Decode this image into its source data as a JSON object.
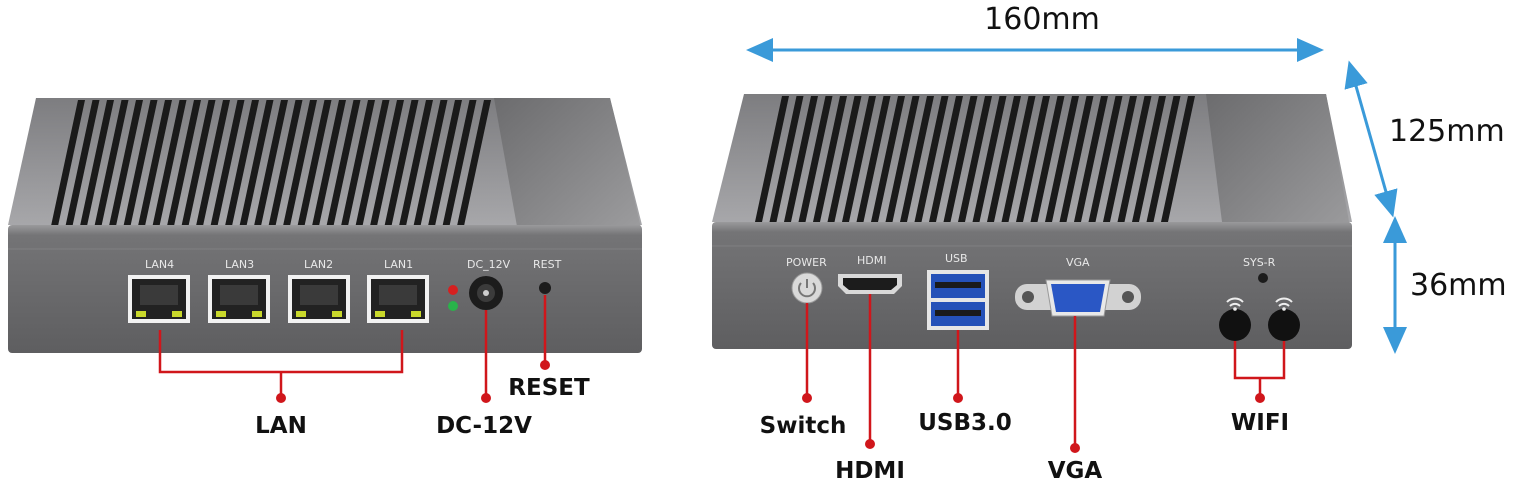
{
  "left_unit": {
    "port_labels": {
      "lan4": "LAN4",
      "lan3": "LAN3",
      "lan2": "LAN2",
      "lan1": "LAN1",
      "dc": "DC_12V",
      "reset": "REST"
    },
    "callouts": {
      "lan": "LAN",
      "dc": "DC-12V",
      "reset": "RESET"
    }
  },
  "right_unit": {
    "port_labels": {
      "power": "POWER",
      "hdmi": "HDMI",
      "usb": "USB",
      "vga": "VGA",
      "sysr": "SYS-R"
    },
    "callouts": {
      "switch": "Switch",
      "hdmi": "HDMI",
      "usb": "USB3.0",
      "vga": "VGA",
      "wifi": "WIFI"
    }
  },
  "dimensions": {
    "length": "160mm",
    "depth": "125mm",
    "height": "36mm"
  },
  "colors": {
    "callout_line": "#d0161b",
    "dimension_arrow": "#3a9ad9",
    "case_front": "#6c6c6e",
    "case_top": "#8e8e90",
    "fins": "#1a1a1a"
  }
}
